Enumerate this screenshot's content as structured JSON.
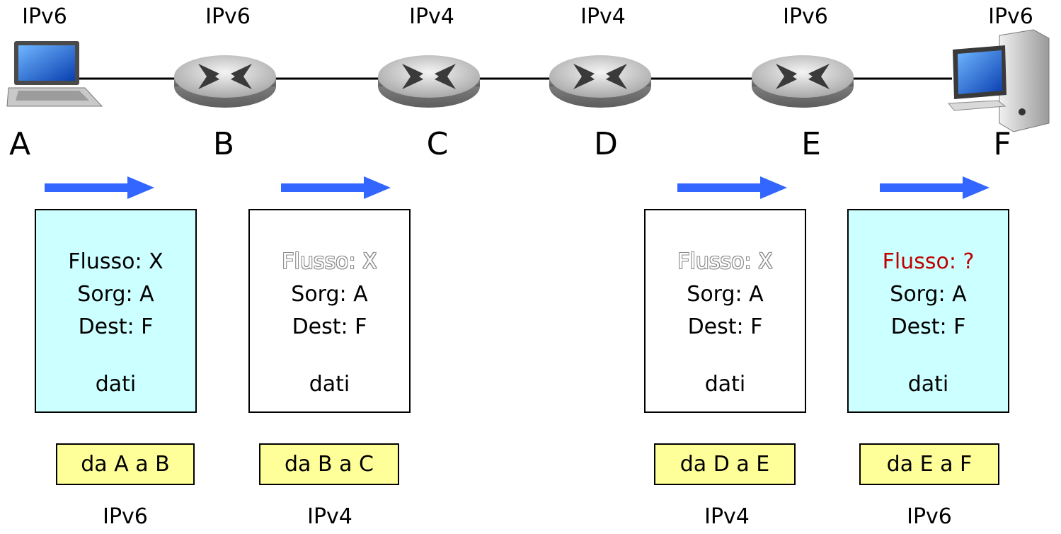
{
  "nodes": [
    {
      "letter": "A",
      "protocol": "IPv6",
      "device": "laptop"
    },
    {
      "letter": "B",
      "protocol": "IPv6",
      "device": "router"
    },
    {
      "letter": "C",
      "protocol": "IPv4",
      "device": "router"
    },
    {
      "letter": "D",
      "protocol": "IPv4",
      "device": "router"
    },
    {
      "letter": "E",
      "protocol": "IPv6",
      "device": "router"
    },
    {
      "letter": "F",
      "protocol": "IPv6",
      "device": "desktop-computer"
    }
  ],
  "packets": [
    {
      "flow": "Flusso: X",
      "src": "Sorg: A",
      "dst": "Dest: F",
      "data": "dati",
      "hop": "da A a B",
      "protocol": "IPv6"
    },
    {
      "flow": "Flusso: X",
      "src": "Sorg: A",
      "dst": "Dest: F",
      "data": "dati",
      "hop": "da B a C",
      "protocol": "IPv4"
    },
    {
      "flow": "Flusso: X",
      "src": "Sorg: A",
      "dst": "Dest: F",
      "data": "dati",
      "hop": "da D a E",
      "protocol": "IPv4"
    },
    {
      "flow": "Flusso: ?",
      "src": "Sorg: A",
      "dst": "Dest: F",
      "data": "dati",
      "hop": "da E a F",
      "protocol": "IPv6"
    }
  ],
  "colors": {
    "ipv6_packet": "#ccffff",
    "ipv4_packet": "#ffffff",
    "hop_label": "#ffff99",
    "arrow": "#3366ff",
    "unknown_flow": "#c00000"
  }
}
